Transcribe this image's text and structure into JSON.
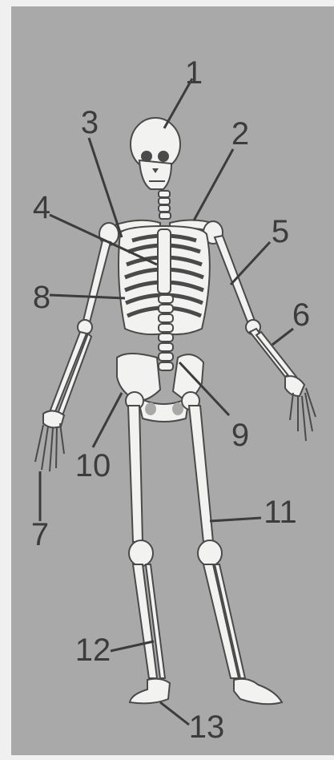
{
  "diagram": {
    "background_color": "#a9a9a9",
    "frame_color": "#f0f0f0",
    "bone_color": "#f2f2f0",
    "label_color": "#3c3c3c",
    "labels": [
      "1",
      "2",
      "3",
      "4",
      "5",
      "6",
      "7",
      "8",
      "9",
      "10",
      "11",
      "12",
      "13"
    ]
  }
}
